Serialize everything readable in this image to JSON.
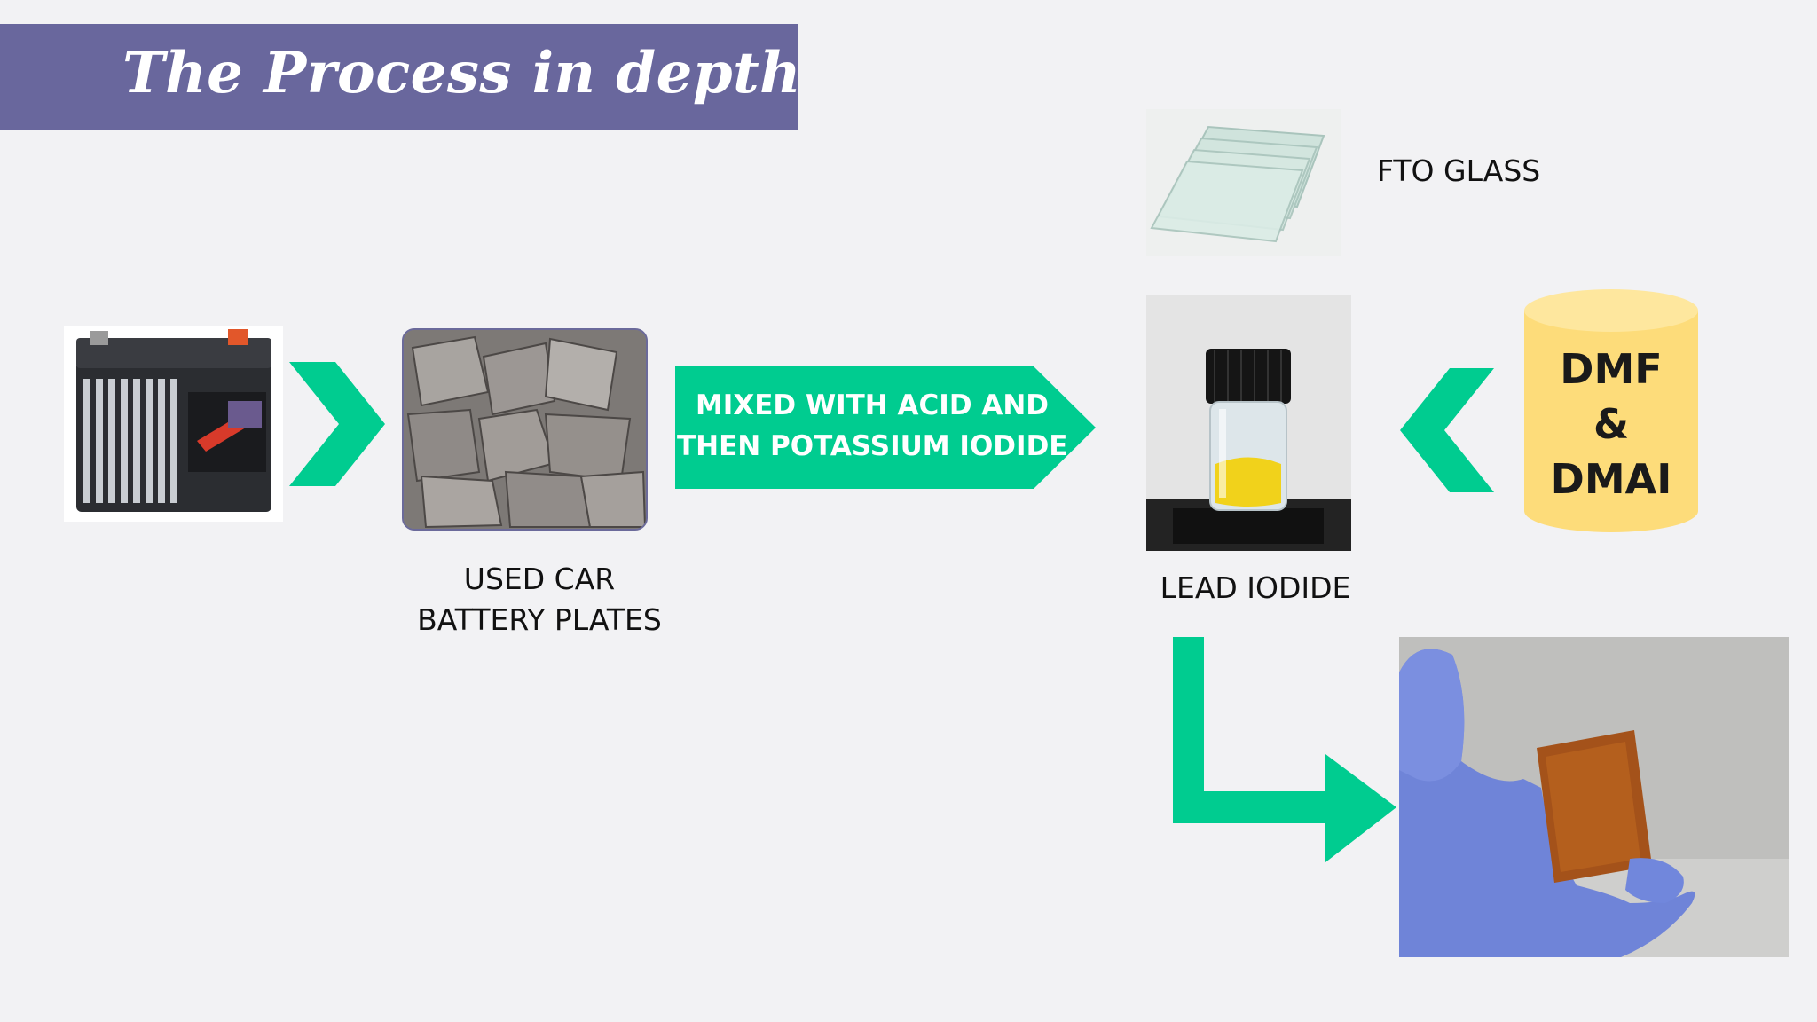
{
  "slide": {
    "title": "The Process in depth"
  },
  "items": {
    "plates_label_line1": "USED CAR",
    "plates_label_line2": "BATTERY PLATES",
    "process_arrow_line1": "MIXED WITH ACID AND",
    "process_arrow_line2": "THEN POTASSIUM IODIDE",
    "fto_label": "FTO GLASS",
    "lead_iodide_label": "LEAD IODIDE",
    "solvent_line1": "DMF",
    "solvent_line2": "&",
    "solvent_line3": "DMAI"
  },
  "colors": {
    "banner": "#69679d",
    "arrow_green": "#00cc90",
    "cylinder_yellow": "#fddc7a"
  },
  "icons": [
    "car-battery-image",
    "battery-plates-image",
    "fto-glass-image",
    "lead-iodide-vial-image",
    "perovskite-film-image",
    "chevron-right-icon",
    "chevron-left-icon",
    "elbow-arrow-icon"
  ]
}
